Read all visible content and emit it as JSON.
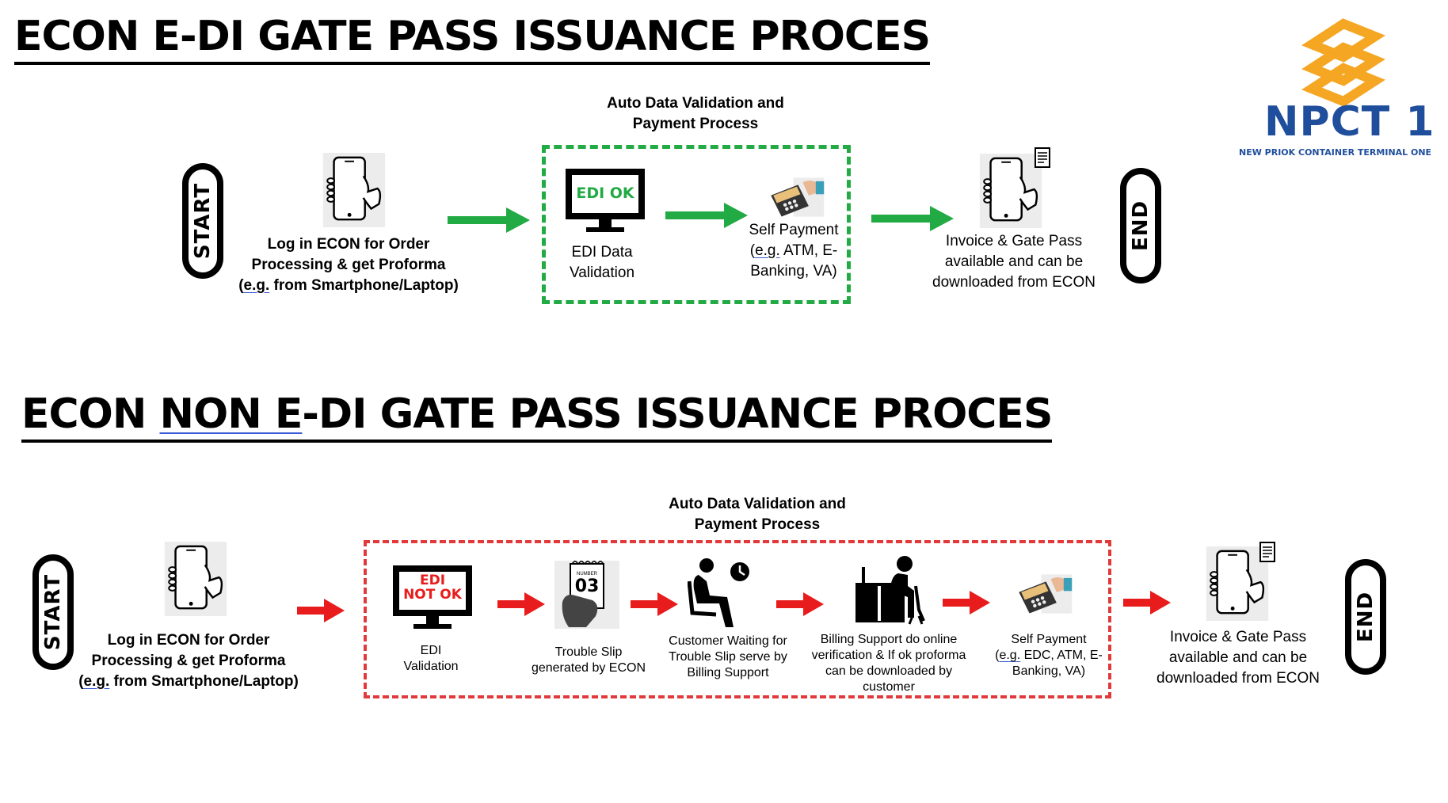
{
  "logo": {
    "name": "NPCT 1",
    "tagline": "NEW PRIOK CONTAINER TERMINAL ONE"
  },
  "colors": {
    "green": "#22aa44",
    "red": "#e23a3a",
    "logo_orange": "#f5a623",
    "logo_blue": "#1f4e9c"
  },
  "process1": {
    "title": "ECON E-DI GATE PASS ISSUANCE PROCES",
    "start": "START",
    "end": "END",
    "login": {
      "line1": "Log in ECON for Order",
      "line2": "Processing & get Proforma",
      "eg": "e.g.",
      "line3": " from Smartphone/Laptop)"
    },
    "box_header": {
      "line1": "Auto Data Validation and",
      "line2": "Payment Process"
    },
    "edi_monitor": "EDI OK",
    "edi_label": {
      "line1": "EDI Data",
      "line2": "Validation"
    },
    "payment": {
      "line1": "Self Payment",
      "eg": "e.g.",
      "line2": " ATM, E-",
      "line3": "Banking, VA)"
    },
    "result": {
      "line1": "Invoice & Gate Pass",
      "line2": "available and can be",
      "line3": "downloaded from ECON"
    }
  },
  "process2": {
    "title_pre": "ECON ",
    "title_wavy": "NON E",
    "title_post": "-DI GATE PASS ISSUANCE PROCES",
    "start": "START",
    "end": "END",
    "login": {
      "line1": "Log in ECON for Order",
      "line2": "Processing & get Proforma",
      "eg": "e.g.",
      "line3": " from Smartphone/Laptop)"
    },
    "box_header": {
      "line1": "Auto Data Validation and",
      "line2": "Payment Process"
    },
    "edi_monitor": {
      "line1": "EDI",
      "line2": "NOT OK"
    },
    "edi_label": {
      "line1": "EDI",
      "line2": "Validation"
    },
    "ticket_number": "03",
    "ticket_caption": "NUMBER",
    "trouble": {
      "line1": "Trouble Slip",
      "line2": "generated by ECON"
    },
    "waiting": {
      "line1": "Customer Waiting for",
      "line2": "Trouble Slip serve by",
      "line3": "Billing Support"
    },
    "billing": {
      "line1": "Billing Support do online",
      "line2": "verification & If ok proforma",
      "line3": "can be downloaded by",
      "line4": "customer"
    },
    "payment": {
      "line1": "Self Payment",
      "eg": "e.g.",
      "line2": " EDC, ATM, E-",
      "line3": "Banking, VA)"
    },
    "result": {
      "line1": "Invoice & Gate Pass",
      "line2": "available and can be",
      "line3": "downloaded from ECON"
    }
  }
}
